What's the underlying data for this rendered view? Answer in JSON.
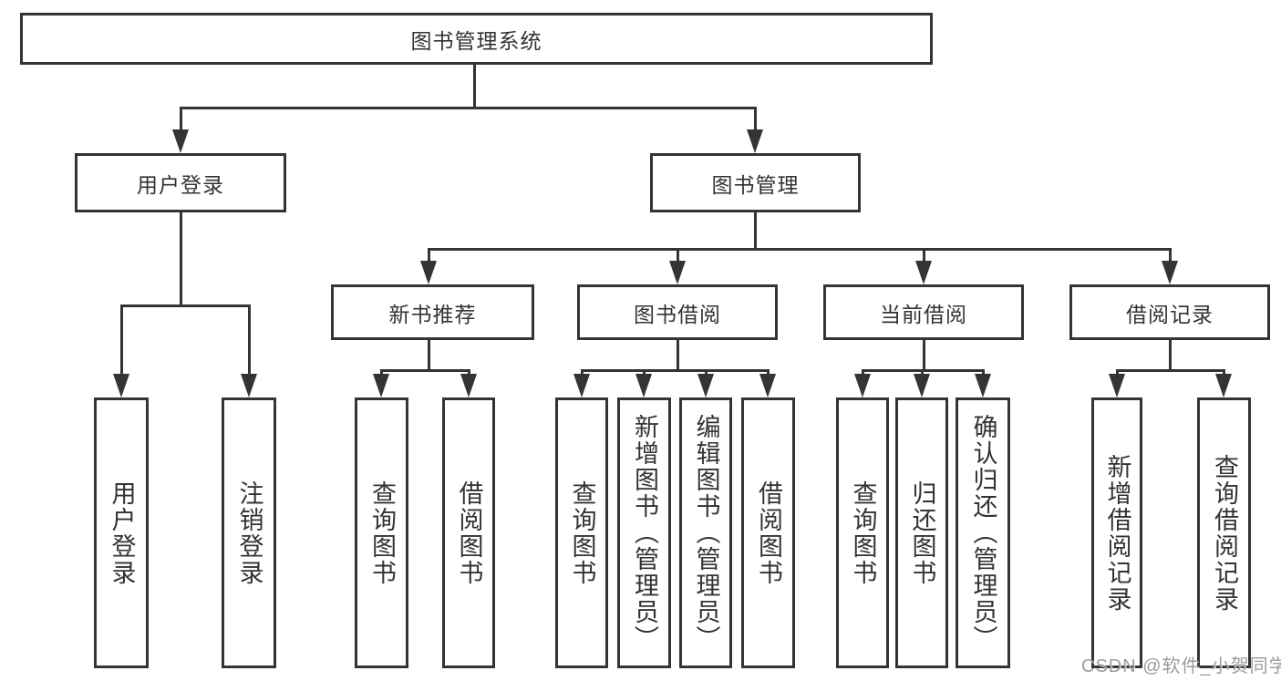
{
  "tree": {
    "root": {
      "label": "图书管理系统",
      "children": [
        {
          "label": "用户登录",
          "children": [
            {
              "label": "用户登录"
            },
            {
              "label": "注销登录"
            }
          ]
        },
        {
          "label": "图书管理",
          "children": [
            {
              "label": "新书推荐",
              "children": [
                {
                  "label": "查询图书"
                },
                {
                  "label": "借阅图书"
                }
              ]
            },
            {
              "label": "图书借阅",
              "children": [
                {
                  "label": "查询图书"
                },
                {
                  "label": "新增图书（管理员）"
                },
                {
                  "label": "编辑图书（管理员）"
                },
                {
                  "label": "借阅图书"
                }
              ]
            },
            {
              "label": "当前借阅",
              "children": [
                {
                  "label": "查询图书"
                },
                {
                  "label": "归还图书"
                },
                {
                  "label": "确认归还（管理员）"
                }
              ]
            },
            {
              "label": "借阅记录",
              "children": [
                {
                  "label": "新增借阅记录"
                },
                {
                  "label": "查询借阅记录"
                }
              ]
            }
          ]
        }
      ]
    }
  },
  "watermark": {
    "text": "CSDN @软件_小贺同学"
  },
  "colors": {
    "line": "#343434",
    "text": "#333333",
    "watermark_text": "#9c9c9c",
    "background": "#ffffff"
  }
}
